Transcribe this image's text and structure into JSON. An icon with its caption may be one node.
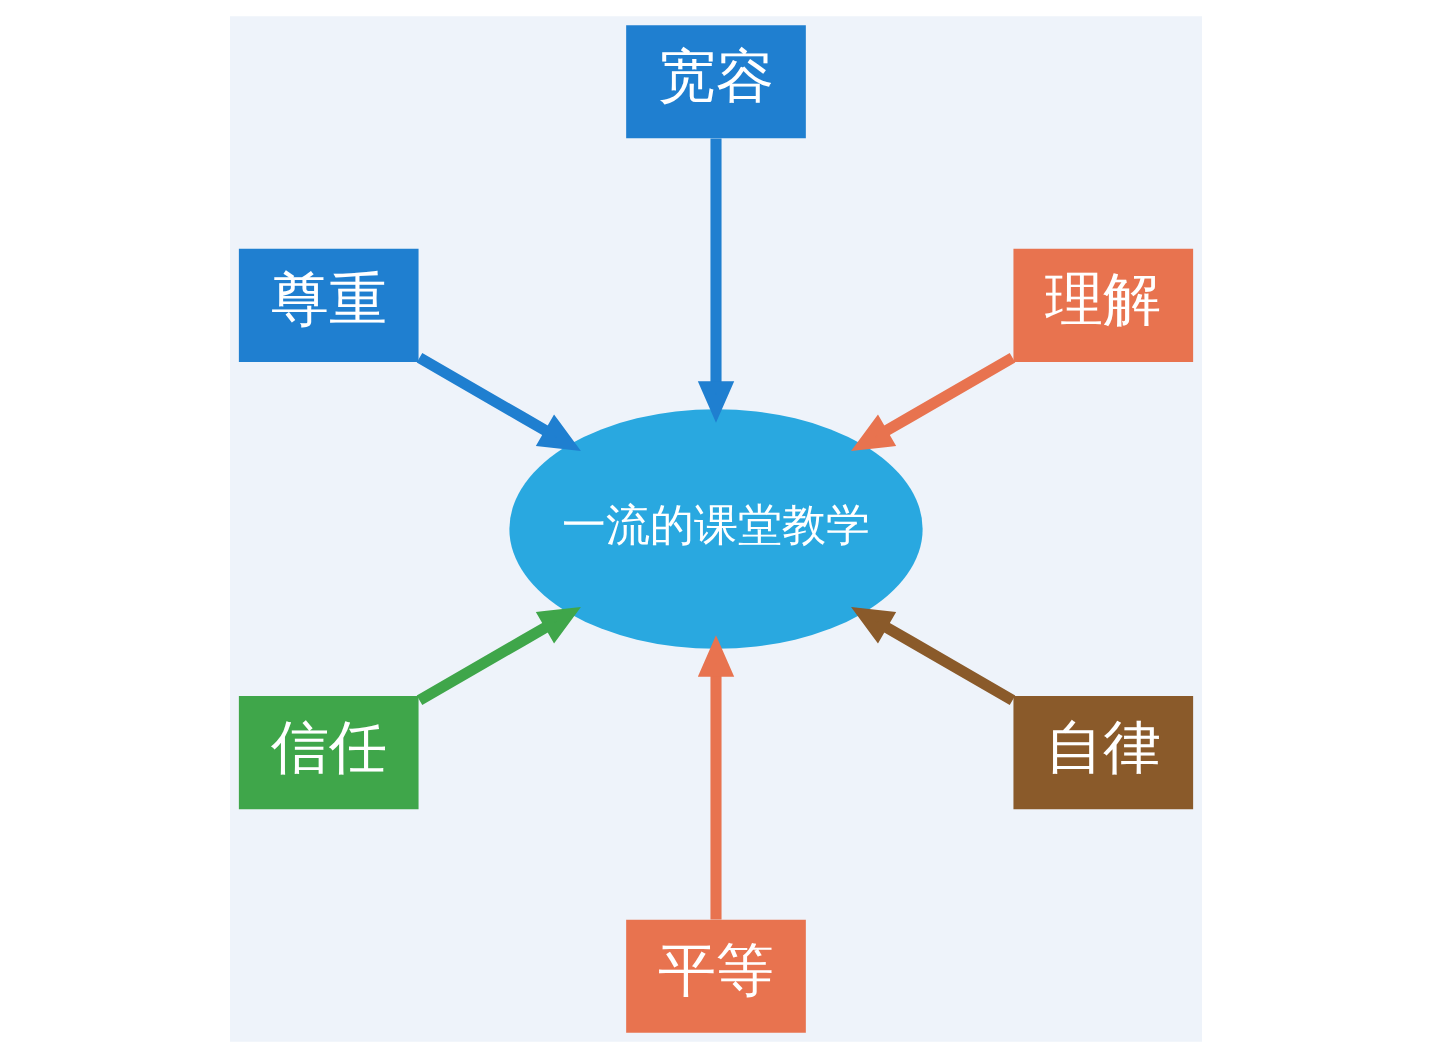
{
  "diagram": {
    "nodes": [
      {
        "text": [
          "理解"
        ]
      },
      {
        "text": [
          "宽容"
        ]
      },
      {
        "text": [
          "尊重"
        ]
      },
      {
        "text": [
          "信任"
        ]
      },
      {
        "text": [
          "平等"
        ]
      },
      {
        "text": [
          "一流的课堂教学"
        ]
      },
      {
        "text": [
          "自律"
        ]
      }
    ],
    "edges": [
      {
        "from": 2,
        "to": 5,
        "arrow": "to",
        "color": "#1f7fd0"
      },
      {
        "from": 0,
        "to": 5,
        "arrow": "to",
        "color": "#e8734f"
      },
      {
        "from": 1,
        "to": 5,
        "arrow": "to",
        "color": "#1f7fd0"
      },
      {
        "from": 3,
        "to": 5,
        "arrow": "to",
        "color": "#3fa64a"
      },
      {
        "from": 6,
        "to": 5,
        "arrow": "to",
        "color": "#8a5a2a"
      },
      {
        "from": 4,
        "to": 5,
        "arrow": "to",
        "color": "#e8734f"
      }
    ]
  }
}
